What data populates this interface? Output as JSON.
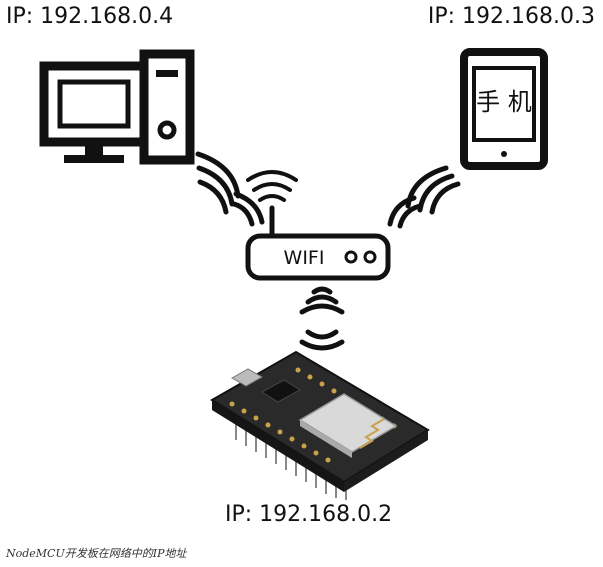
{
  "labels": {
    "pc_ip": "IP: 192.168.0.4",
    "phone_ip": "IP: 192.168.0.3",
    "nodemcu_ip": "IP: 192.168.0.2",
    "router_label": "WIFI",
    "phone_label": "手 机",
    "caption": "NodeMCU开发板在网络中的IP地址"
  },
  "colors": {
    "stroke": "#111111",
    "board": "#2a2a2a",
    "module": "#d9d9d9"
  }
}
